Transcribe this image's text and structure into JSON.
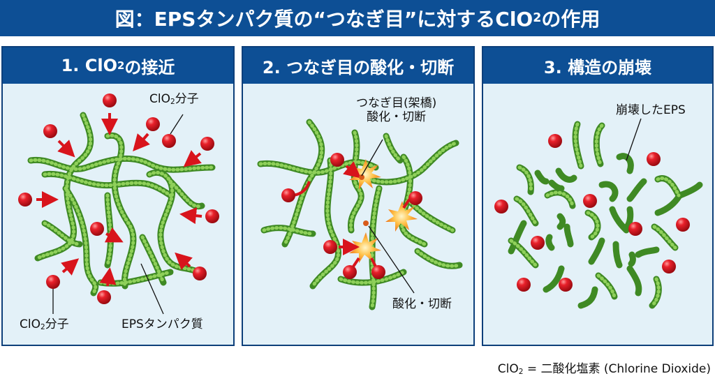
{
  "title": {
    "pre": "図：EPSタンパク質の“つなぎ目”に対するClO",
    "sub": "2",
    "post": "の作用"
  },
  "panels": [
    {
      "header": {
        "pre": "1. ClO",
        "sub": "2",
        "post": "の接近"
      },
      "labels": {
        "clo2_top": {
          "pre": "ClO",
          "sub": "2",
          "post": "分子"
        },
        "clo2_bottom": {
          "pre": "ClO",
          "sub": "2",
          "post": "分子"
        },
        "eps": "EPSタンパク質"
      }
    },
    {
      "header": {
        "text": "2. つなぎ目の酸化・切断"
      },
      "labels": {
        "crosslink_line1": "つなぎ目(架橋)",
        "crosslink_line2": "酸化・切断",
        "cleavage": "酸化・切断"
      }
    },
    {
      "header": {
        "text": "3. 構造の崩壊"
      },
      "labels": {
        "collapsed": "崩壊したEPS"
      }
    }
  ],
  "footer": {
    "pre": "ClO",
    "sub": "2",
    "post": " = 二酸化塩素 (Chlorine Dioxide)"
  },
  "colors": {
    "header_blue": "#0d4f95",
    "panel_bg": "#e3f1f8",
    "molecule_red": "#d8141c",
    "chain_green": "#7cc04a",
    "chain_outline": "#3f8a24",
    "spark_orange": "#f5a12a"
  }
}
